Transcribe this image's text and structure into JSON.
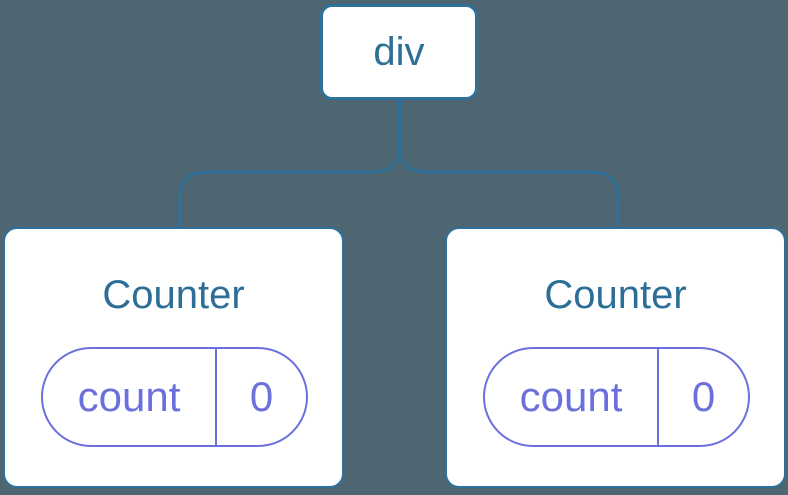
{
  "diagram": {
    "type": "component-tree",
    "colors": {
      "background": "#4d6671",
      "node_fill": "#ffffff",
      "node_border_blue": "#2e719a",
      "node_text_blue": "#2d6e96",
      "state_purple": "#6b70dc"
    },
    "root": {
      "label": "div"
    },
    "children": [
      {
        "title": "Counter",
        "state": {
          "key": "count",
          "value": "0"
        }
      },
      {
        "title": "Counter",
        "state": {
          "key": "count",
          "value": "0"
        }
      }
    ]
  }
}
